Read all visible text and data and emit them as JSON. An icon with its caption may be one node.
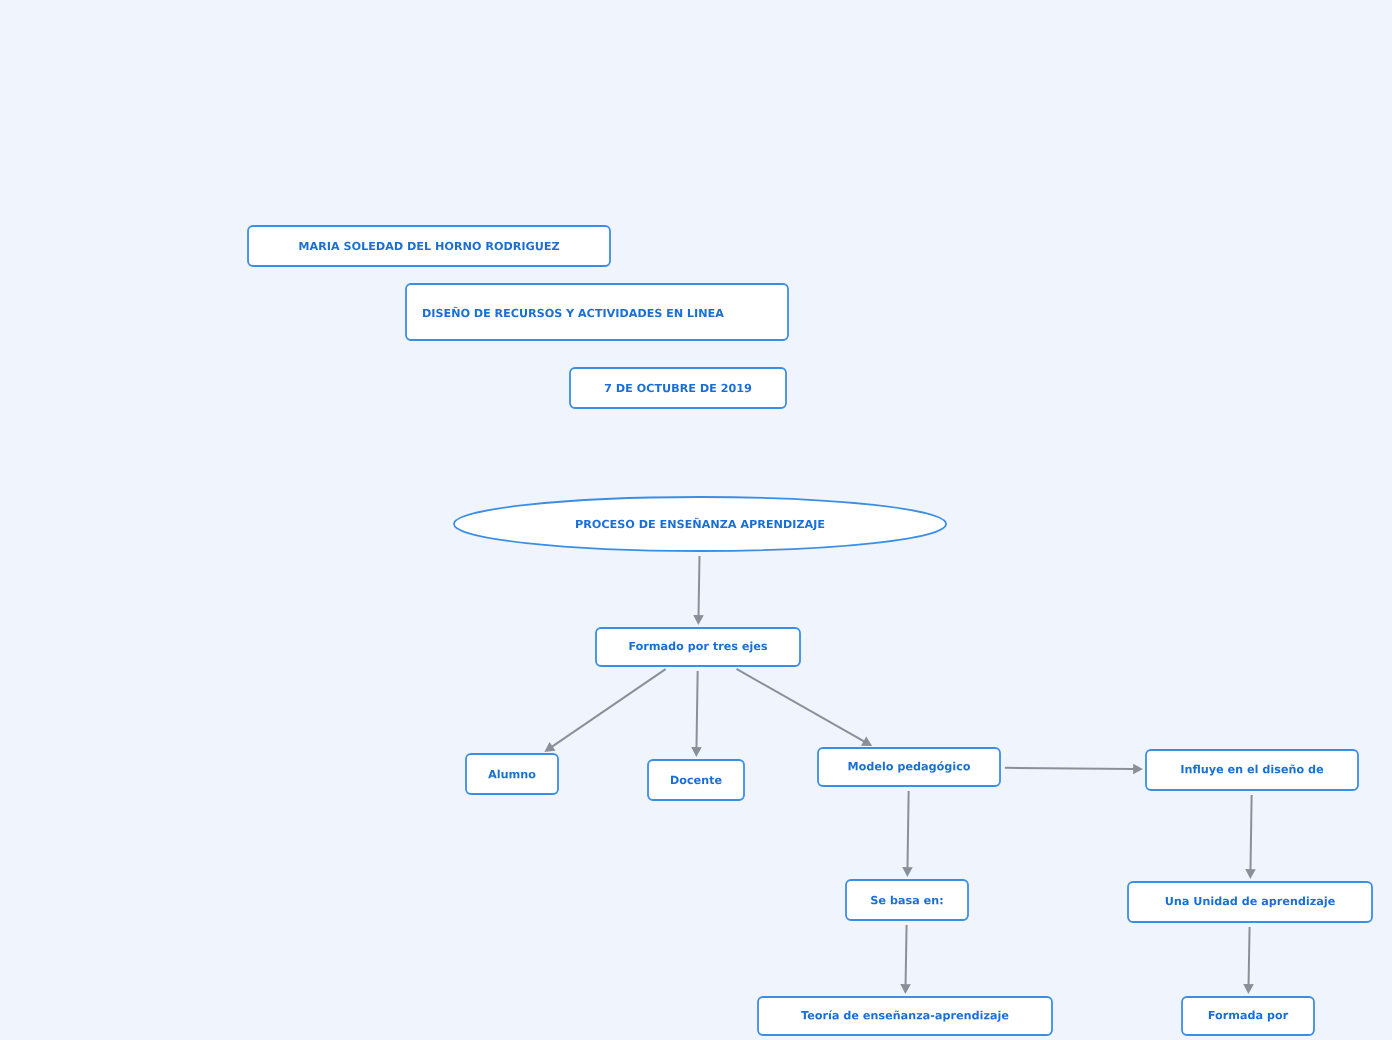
{
  "diagram": {
    "nodes": [
      {
        "text": [
          "MARIA SOLEDAD DEL HORNO RODRIGUEZ"
        ]
      },
      {
        "text": [
          "DISEÑO DE RECURSOS Y ACTIVIDADES EN LINEA"
        ]
      },
      {
        "text": [
          "7 DE OCTUBRE DE 2019"
        ]
      },
      {
        "text": [
          "PROCESO DE ENSEÑANZA APRENDIZAJE"
        ]
      },
      {
        "text": [
          "Formado por tres ejes"
        ]
      },
      {
        "text": [
          "Alumno"
        ]
      },
      {
        "text": [
          "Docente"
        ]
      },
      {
        "text": [
          "Modelo pedagógico"
        ]
      },
      {
        "text": [
          "Influye en el diseño de"
        ]
      },
      {
        "text": [
          "Se basa en:"
        ]
      },
      {
        "text": [
          "Una Unidad de aprendizaje"
        ]
      },
      {
        "text": [
          "Teoría de enseñanza-aprendizaje"
        ]
      },
      {
        "text": [
          "Formada por"
        ]
      }
    ],
    "edges": [
      {
        "from": 3,
        "to": 4,
        "arrow": "to"
      },
      {
        "from": 4,
        "to": 5,
        "arrow": "to"
      },
      {
        "from": 4,
        "to": 6,
        "arrow": "to"
      },
      {
        "from": 4,
        "to": 7,
        "arrow": "to"
      },
      {
        "from": 7,
        "to": 8,
        "arrow": "to"
      },
      {
        "from": 7,
        "to": 9,
        "arrow": "to"
      },
      {
        "from": 9,
        "to": 11,
        "arrow": "to"
      },
      {
        "from": 8,
        "to": 10,
        "arrow": "to"
      },
      {
        "from": 10,
        "to": 12,
        "arrow": "to"
      }
    ]
  }
}
